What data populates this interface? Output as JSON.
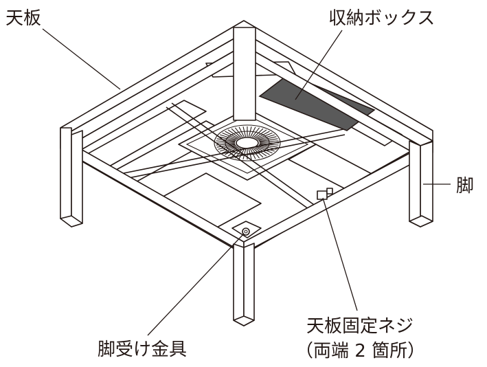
{
  "labels": {
    "tabletop": "天板",
    "storage_box": "収納ボックス",
    "leg": "脚",
    "leg_bracket": "脚受け金具",
    "tabletop_screw_line1": "天板固定ネジ",
    "tabletop_screw_line2": "（両端 2 箇所）"
  },
  "colors": {
    "line": "#231815",
    "storage_box_fill": "#5a5a5a",
    "background": "#ffffff"
  }
}
